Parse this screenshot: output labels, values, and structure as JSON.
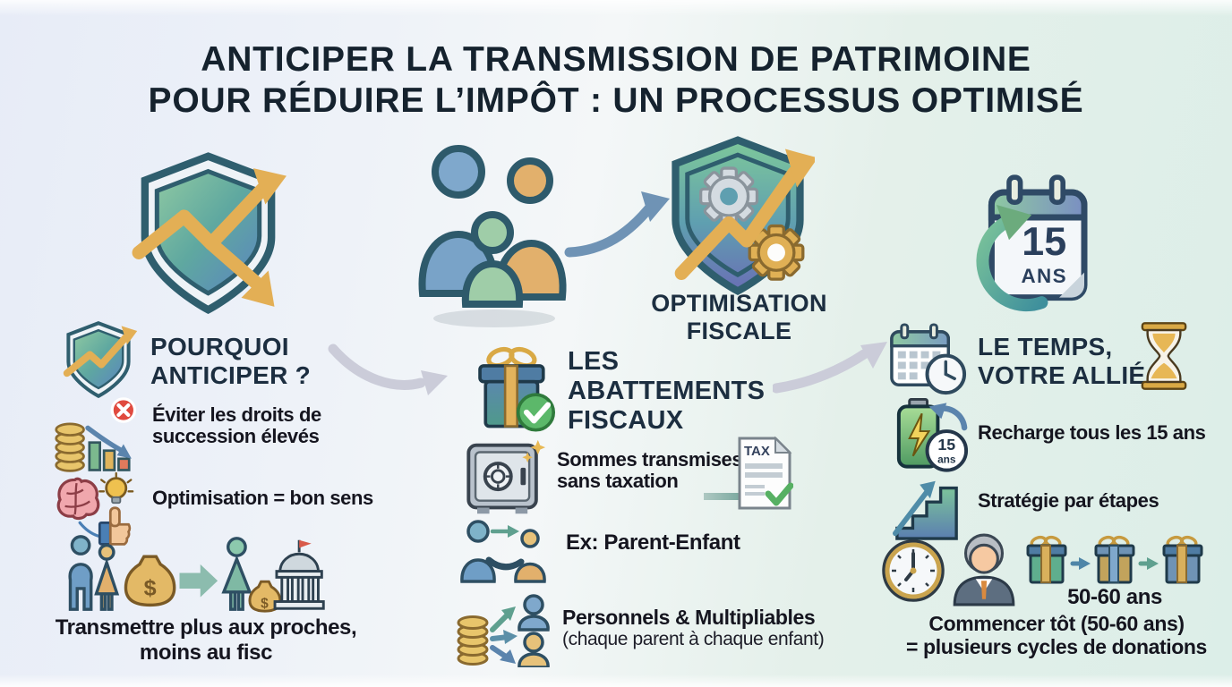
{
  "title": {
    "line1": "ANTICIPER LA TRANSMISSION DE PATRIMOINE",
    "line2": "POUR RÉDUIRE L’IMPÔT : UN PROCESSUS OPTIMISÉ"
  },
  "hero": {
    "optimisation": {
      "line1": "OPTIMISATION",
      "line2": "FISCALE"
    },
    "calendar": {
      "number": "15",
      "unit": "ANS"
    }
  },
  "why": {
    "heading": "POURQUOI ANTICIPER ?",
    "items": [
      {
        "text": "Éviter les droits de succession élevés"
      },
      {
        "text": "Optimisation = bon sens"
      }
    ],
    "caption_line1": "Transmettre plus aux proches,",
    "caption_line2": "moins au fisc"
  },
  "abattements": {
    "heading": "LES ABATTEMENTS FISCAUX",
    "item1": "Sommes transmises sans taxation",
    "tax_label": "TAX",
    "item2": "Ex: Parent-Enfant",
    "item3_title": "Personnels & Multipliables",
    "item3_sub": "(chaque parent à chaque enfant)"
  },
  "temps": {
    "heading": "LE TEMPS, VOTRE ALLIÉ",
    "item1": "Recharge tous les 15 ans",
    "battery_badge": {
      "number": "15",
      "unit": "ans"
    },
    "item2": "Stratégie par étapes",
    "gift_label": "50-60 ans",
    "caption_line1": "Commencer tôt (50-60 ans)",
    "caption_line2": "= plusieurs cycles de donations"
  },
  "glyphs": {
    "money_symbol": "$"
  },
  "colors": {
    "accent_gold": "#dfae54",
    "accent_teal": "#5fa08f",
    "accent_blue": "#5b84ad",
    "heading_navy": "#1c2e40",
    "text_dark": "#15151f",
    "bg_left": "#e7ecf7",
    "bg_right": "#dceee8"
  },
  "icons": [
    "shield-growth-icon",
    "family-icon",
    "curved-arrow-icon",
    "optimisation-shield-icon",
    "calendar-15-years-icon",
    "shield-small-icon",
    "coins-decline-x-icon",
    "brain-bulb-thumb-icon",
    "family-moneybag-bank-icon",
    "gift-check-icon",
    "safe-icon",
    "tax-document-icon",
    "parent-child-handshake-icon",
    "coins-to-people-icon",
    "calendar-clock-icon",
    "hourglass-icon",
    "battery-recharge-icon",
    "stairs-up-icon",
    "clock-icon",
    "senior-man-icon",
    "gift-cycle-icon"
  ]
}
